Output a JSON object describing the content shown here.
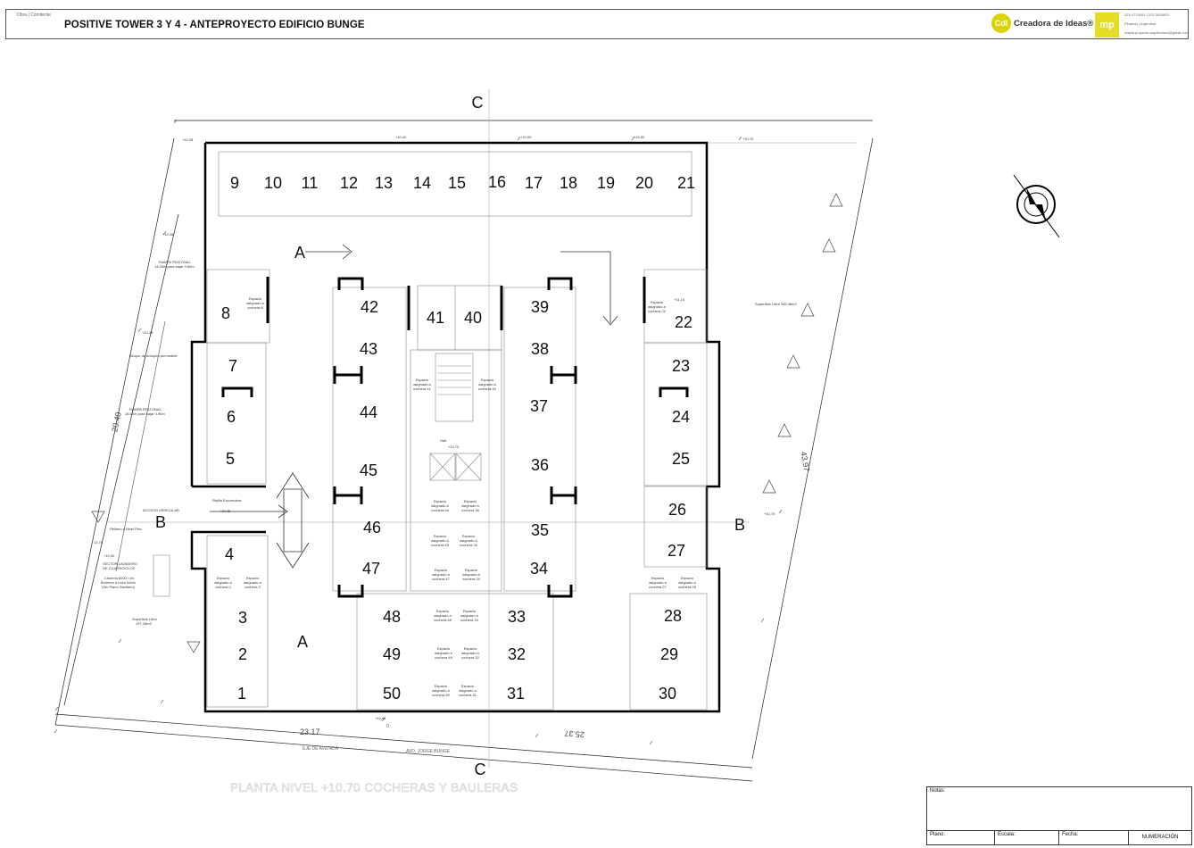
{
  "header": {
    "small_label": "Obra | Comitente",
    "title": "POSITIVE TOWER 3 Y 4 - ANTEPROYECTO EDIFICIO BUNGE",
    "logo_badge": "CdI",
    "logo_name": "Creadora de Ideas®",
    "mp_badge": "mp",
    "contact": [
      "223 4770003 | 223 3633803",
      "Pinamar | Argentina",
      "mapla.proyecto.arquitectura@gmail.com"
    ]
  },
  "plan": {
    "section_marks": {
      "top": "C",
      "bottom": "C",
      "left": "B",
      "right": "B",
      "a_upper": "A",
      "a_lower": "A"
    },
    "spots_top": [
      "9",
      "10",
      "11",
      "12",
      "13",
      "14",
      "15",
      "16",
      "17",
      "18",
      "19",
      "20",
      "21"
    ],
    "spots_left": [
      "8",
      "7",
      "6",
      "5",
      "4",
      "3",
      "2",
      "1"
    ],
    "spots_right": [
      "22",
      "23",
      "24",
      "25",
      "26",
      "27",
      "28",
      "29",
      "30"
    ],
    "spots_center_left": [
      "42",
      "43",
      "44",
      "45",
      "46",
      "47"
    ],
    "spots_center_right": [
      "39",
      "38",
      "37",
      "36",
      "35",
      "34"
    ],
    "spots_core": [
      "41",
      "40"
    ],
    "spots_bottom": [
      "48",
      "49",
      "50",
      "33",
      "32",
      "31"
    ],
    "bauleras": [
      {
        "line1": "Espacio",
        "line2": "asignado a",
        "line3": "cochera 8"
      },
      {
        "line1": "Espacio",
        "line2": "asignado a",
        "line3": "cochera 22"
      },
      {
        "line1": "Espacio",
        "line2": "asignado a",
        "line3": "cochera 41"
      },
      {
        "line1": "Espacio",
        "line2": "asignado a",
        "line3": "cochera 40"
      },
      {
        "line1": "Espacio",
        "line2": "asignado a",
        "line3": "cochera 46"
      },
      {
        "line1": "Espacio",
        "line2": "asignado a",
        "line3": "cochera 36"
      },
      {
        "line1": "Espacio",
        "line2": "asignado a",
        "line3": "cochera 45"
      },
      {
        "line1": "Espacio",
        "line2": "asignado a",
        "line3": "cochera 35"
      },
      {
        "line1": "Espacio",
        "line2": "asignado a",
        "line3": "cochera 47"
      },
      {
        "line1": "Espacio",
        "line2": "asignado a",
        "line3": "cochera 34"
      },
      {
        "line1": "Espacio",
        "line2": "asignado a",
        "line3": "cochera 48"
      },
      {
        "line1": "Espacio",
        "line2": "asignado a",
        "line3": "cochera 33"
      },
      {
        "line1": "Espacio",
        "line2": "asignado a",
        "line3": "cochera 49"
      },
      {
        "line1": "Espacio",
        "line2": "asignado a",
        "line3": "cochera 32"
      },
      {
        "line1": "Espacio",
        "line2": "asignado a",
        "line3": "cochera 50"
      },
      {
        "line1": "Espacio",
        "line2": "asignado a",
        "line3": "cochera 31"
      },
      {
        "line1": "Espacio",
        "line2": "asignado a",
        "line3": "cochera 4"
      },
      {
        "line1": "Espacio",
        "line2": "asignado a",
        "line3": "cochera 3"
      },
      {
        "line1": "Espacio",
        "line2": "asignado a",
        "line3": "cochera 27"
      },
      {
        "line1": "Espacio",
        "line2": "asignado a",
        "line3": "cochera 28"
      }
    ],
    "labels": {
      "rampa1": "RAMPA PEATONAL",
      "rampa1b": "14.00m para bajar 0.60m",
      "rampa2": "RAMPA PEATONAL",
      "rampa2b": "18.00m para bajar 0.90m",
      "bloque": "Bloque de adoquín permeable",
      "acceso": "ACCESO VEHICULAR",
      "rejilla": "Rejilla Escurridora",
      "relleno": "Relleno a Nivel Piso",
      "sector": "SECTOR LAVADERO",
      "sector2": "DE CUATRICICLOS",
      "cisterna": "Cisterna 6000 l c/u",
      "cisterna2": "Bombeo a pozo lixivio",
      "cisterna3": "(Ver Plano Sanitario)",
      "sup_izq": "Superficie Libre",
      "sup_izq2": "197,28m2",
      "sup_der": "Superficie Libre 345,98m2",
      "dim_bottom_left": "23.17",
      "dim_bottom_right": "25.37",
      "dim_right": "43.97",
      "dim_left": "20.40",
      "eje_avenida": "EJE DE AVENIDA",
      "avda": "AVD. JORGE BUNGE",
      "plan_title": "PLANTA NIVEL +10.70 COCHERAS Y BAULERAS",
      "nivel_core": "+10,70",
      "nivel_core_label": "Hall",
      "nivel_acceso": "+10,45",
      "cero": "0",
      "nivel_22": "+11,10",
      "cota_top1": "+10,40",
      "cota_top2": "+10,00",
      "cota_top3": "+10,00",
      "cota_left1": "+10,28",
      "cota_left2": "+10,28",
      "cota_left3": "+10,28",
      "cota_left4": "+10,00",
      "cota_lbl1": "13.76",
      "cota_right1": "+10,70",
      "cota_right2": "+10,70",
      "cota_bot1": "+10,48"
    }
  },
  "titleblock": {
    "notas": "Notas:",
    "plano": "Plano:",
    "escala": "Escala:",
    "fecha": "Fecha:",
    "numeracion": "NUMERACIÓN"
  }
}
